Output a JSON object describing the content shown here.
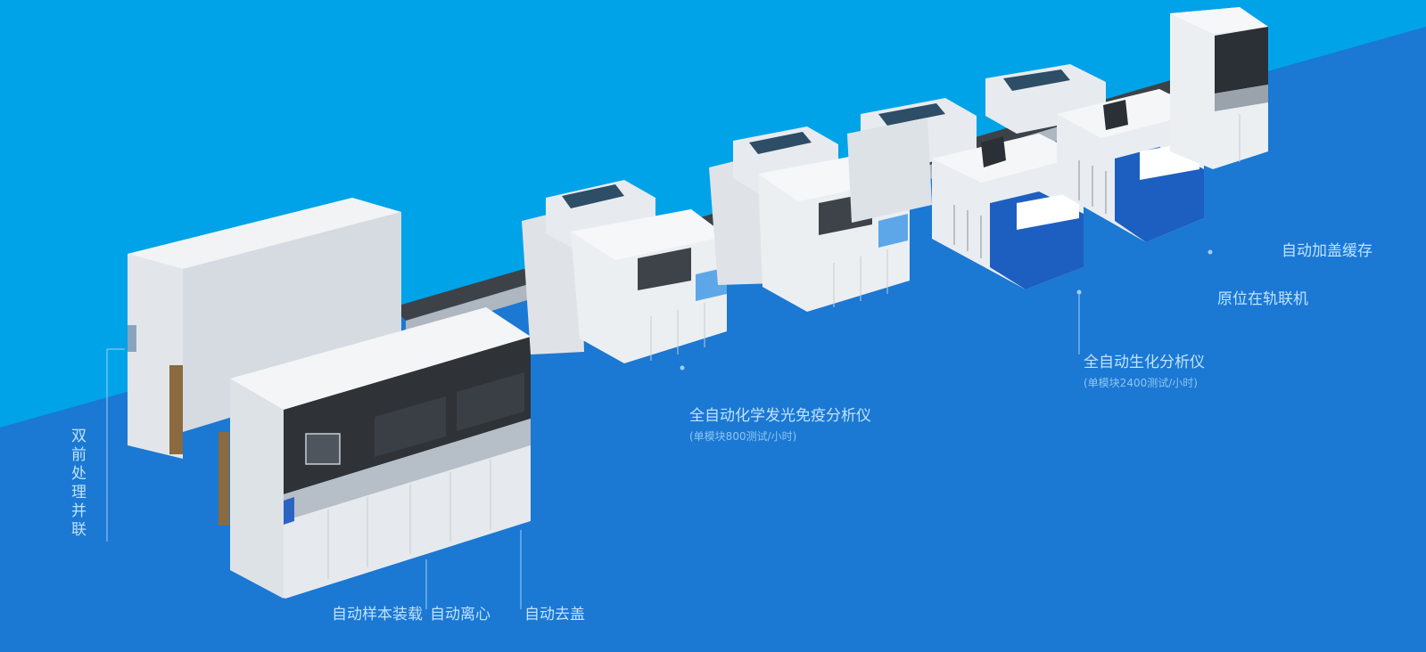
{
  "labels": {
    "dual_preprocess": "双前处理并联",
    "auto_loading": "自动样本装载",
    "auto_centrifuge": "自动离心",
    "auto_decap": "自动去盖",
    "immuno_title": "全自动化学发光免疫分析仪",
    "immuno_sub": "(单模块800测试/小时)",
    "biochem_title": "全自动生化分析仪",
    "biochem_sub": "(单模块2400测试/小时)",
    "inline_centrifuge": "原位在轨联机",
    "recap_storage": "自动加盖缓存"
  },
  "colors": {
    "sky": "#00a3e8",
    "floor": "#1b78d3",
    "machine_white": "#e9edf1",
    "machine_shadow": "#c2c9d1",
    "panel_dark": "#3a3f45",
    "accent_blue": "#1d5fc0",
    "label_text": "#bfe3ff"
  }
}
